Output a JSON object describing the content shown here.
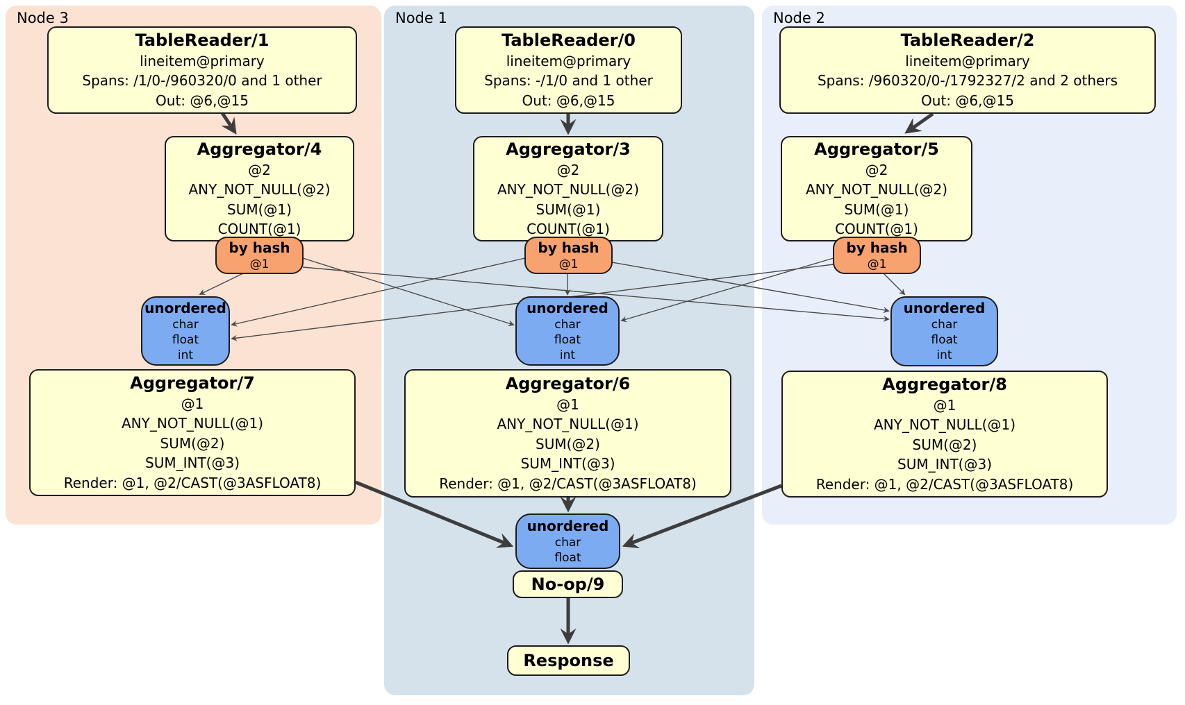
{
  "colors": {
    "node3_bg": "#fce2d3",
    "node1_bg": "#d5e2ec",
    "node2_bg": "#e9effa",
    "processor_fill": "#ffffd4",
    "router_fill": "#f7a26f",
    "sync_fill": "#7dabf2",
    "edge_thick": "#3d3d3d",
    "edge_thin": "#4a4a4a",
    "box_border": "#1c1c1c"
  },
  "nodes": [
    {
      "id": "node3",
      "label": "Node 3"
    },
    {
      "id": "node1",
      "label": "Node 1"
    },
    {
      "id": "node2",
      "label": "Node 2"
    }
  ],
  "boxes": [
    {
      "id": "tr1",
      "kind": "processor",
      "node": "node3",
      "title": "TableReader/1",
      "lines": [
        "lineitem@primary",
        "Spans: /1/0-/960320/0 and 1 other",
        "Out: @6,@15"
      ]
    },
    {
      "id": "tr0",
      "kind": "processor",
      "node": "node1",
      "title": "TableReader/0",
      "lines": [
        "lineitem@primary",
        "Spans: -/1/0 and 1 other",
        "Out: @6,@15"
      ]
    },
    {
      "id": "tr2",
      "kind": "processor",
      "node": "node2",
      "title": "TableReader/2",
      "lines": [
        "lineitem@primary",
        "Spans: /960320/0-/1792327/2 and 2 others",
        "Out: @6,@15"
      ]
    },
    {
      "id": "agg4",
      "kind": "processor",
      "node": "node3",
      "title": "Aggregator/4",
      "lines": [
        "@2",
        "ANY_NOT_NULL(@2)",
        "SUM(@1)",
        "COUNT(@1)"
      ]
    },
    {
      "id": "agg3",
      "kind": "processor",
      "node": "node1",
      "title": "Aggregator/3",
      "lines": [
        "@2",
        "ANY_NOT_NULL(@2)",
        "SUM(@1)",
        "COUNT(@1)"
      ]
    },
    {
      "id": "agg5",
      "kind": "processor",
      "node": "node2",
      "title": "Aggregator/5",
      "lines": [
        "@2",
        "ANY_NOT_NULL(@2)",
        "SUM(@1)",
        "COUNT(@1)"
      ]
    },
    {
      "id": "r4",
      "kind": "router",
      "node": "node3",
      "title": "by hash",
      "lines": [
        "@1"
      ]
    },
    {
      "id": "r3",
      "kind": "router",
      "node": "node1",
      "title": "by hash",
      "lines": [
        "@1"
      ]
    },
    {
      "id": "r5",
      "kind": "router",
      "node": "node2",
      "title": "by hash",
      "lines": [
        "@1"
      ]
    },
    {
      "id": "s7",
      "kind": "sync",
      "node": "node3",
      "title": "unordered",
      "lines": [
        "char",
        "float",
        "int"
      ]
    },
    {
      "id": "s6",
      "kind": "sync",
      "node": "node1",
      "title": "unordered",
      "lines": [
        "char",
        "float",
        "int"
      ]
    },
    {
      "id": "s8",
      "kind": "sync",
      "node": "node2",
      "title": "unordered",
      "lines": [
        "char",
        "float",
        "int"
      ]
    },
    {
      "id": "agg7",
      "kind": "processor",
      "node": "node3",
      "title": "Aggregator/7",
      "lines": [
        "@1",
        "ANY_NOT_NULL(@1)",
        "SUM(@2)",
        "SUM_INT(@3)",
        "Render: @1, @2/CAST(@3ASFLOAT8)"
      ]
    },
    {
      "id": "agg6",
      "kind": "processor",
      "node": "node1",
      "title": "Aggregator/6",
      "lines": [
        "@1",
        "ANY_NOT_NULL(@1)",
        "SUM(@2)",
        "SUM_INT(@3)",
        "Render: @1, @2/CAST(@3ASFLOAT8)"
      ]
    },
    {
      "id": "agg8",
      "kind": "processor",
      "node": "node2",
      "title": "Aggregator/8",
      "lines": [
        "@1",
        "ANY_NOT_NULL(@1)",
        "SUM(@2)",
        "SUM_INT(@3)",
        "Render: @1, @2/CAST(@3ASFLOAT8)"
      ]
    },
    {
      "id": "sync9",
      "kind": "sync",
      "node": "node1",
      "title": "unordered",
      "lines": [
        "char",
        "float"
      ]
    },
    {
      "id": "noop9",
      "kind": "processor",
      "node": "node1",
      "title": "No-op/9",
      "lines": []
    },
    {
      "id": "resp",
      "kind": "processor",
      "node": "node1",
      "title": "Response",
      "lines": []
    }
  ],
  "edges": [
    {
      "from": "tr1",
      "to": "agg4",
      "style": "thick"
    },
    {
      "from": "tr0",
      "to": "agg3",
      "style": "thick"
    },
    {
      "from": "tr2",
      "to": "agg5",
      "style": "thick"
    },
    {
      "from": "r4",
      "to": "s7",
      "style": "thin"
    },
    {
      "from": "r4",
      "to": "s6",
      "style": "thin"
    },
    {
      "from": "r4",
      "to": "s8",
      "style": "thin"
    },
    {
      "from": "r3",
      "to": "s7",
      "style": "thin"
    },
    {
      "from": "r3",
      "to": "s6",
      "style": "thin"
    },
    {
      "from": "r3",
      "to": "s8",
      "style": "thin"
    },
    {
      "from": "r5",
      "to": "s7",
      "style": "thin"
    },
    {
      "from": "r5",
      "to": "s6",
      "style": "thin"
    },
    {
      "from": "r5",
      "to": "s8",
      "style": "thin"
    },
    {
      "from": "agg7",
      "to": "sync9",
      "style": "thick"
    },
    {
      "from": "agg6",
      "to": "sync9",
      "style": "thick"
    },
    {
      "from": "agg8",
      "to": "sync9",
      "style": "thick"
    },
    {
      "from": "noop9",
      "to": "resp",
      "style": "thick"
    }
  ]
}
